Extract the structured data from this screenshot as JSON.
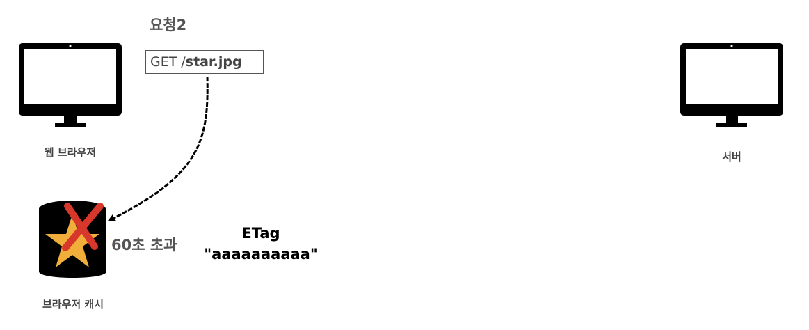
{
  "request": {
    "title": "요청2",
    "method": "GET /",
    "path": "star.jpg"
  },
  "client": {
    "label": "웹 브라우저",
    "icon": "monitor-icon"
  },
  "server": {
    "label": "서버",
    "icon": "monitor-icon"
  },
  "cache": {
    "label": "브라우저 캐시",
    "icon": "cache-database-star-icon",
    "status": "60초 초과",
    "etag_title": "ETag",
    "etag_value": "\"aaaaaaaaaa\""
  },
  "colors": {
    "star": "#F2AE3B",
    "cross": "#D8382B",
    "text_gray": "#555555"
  }
}
